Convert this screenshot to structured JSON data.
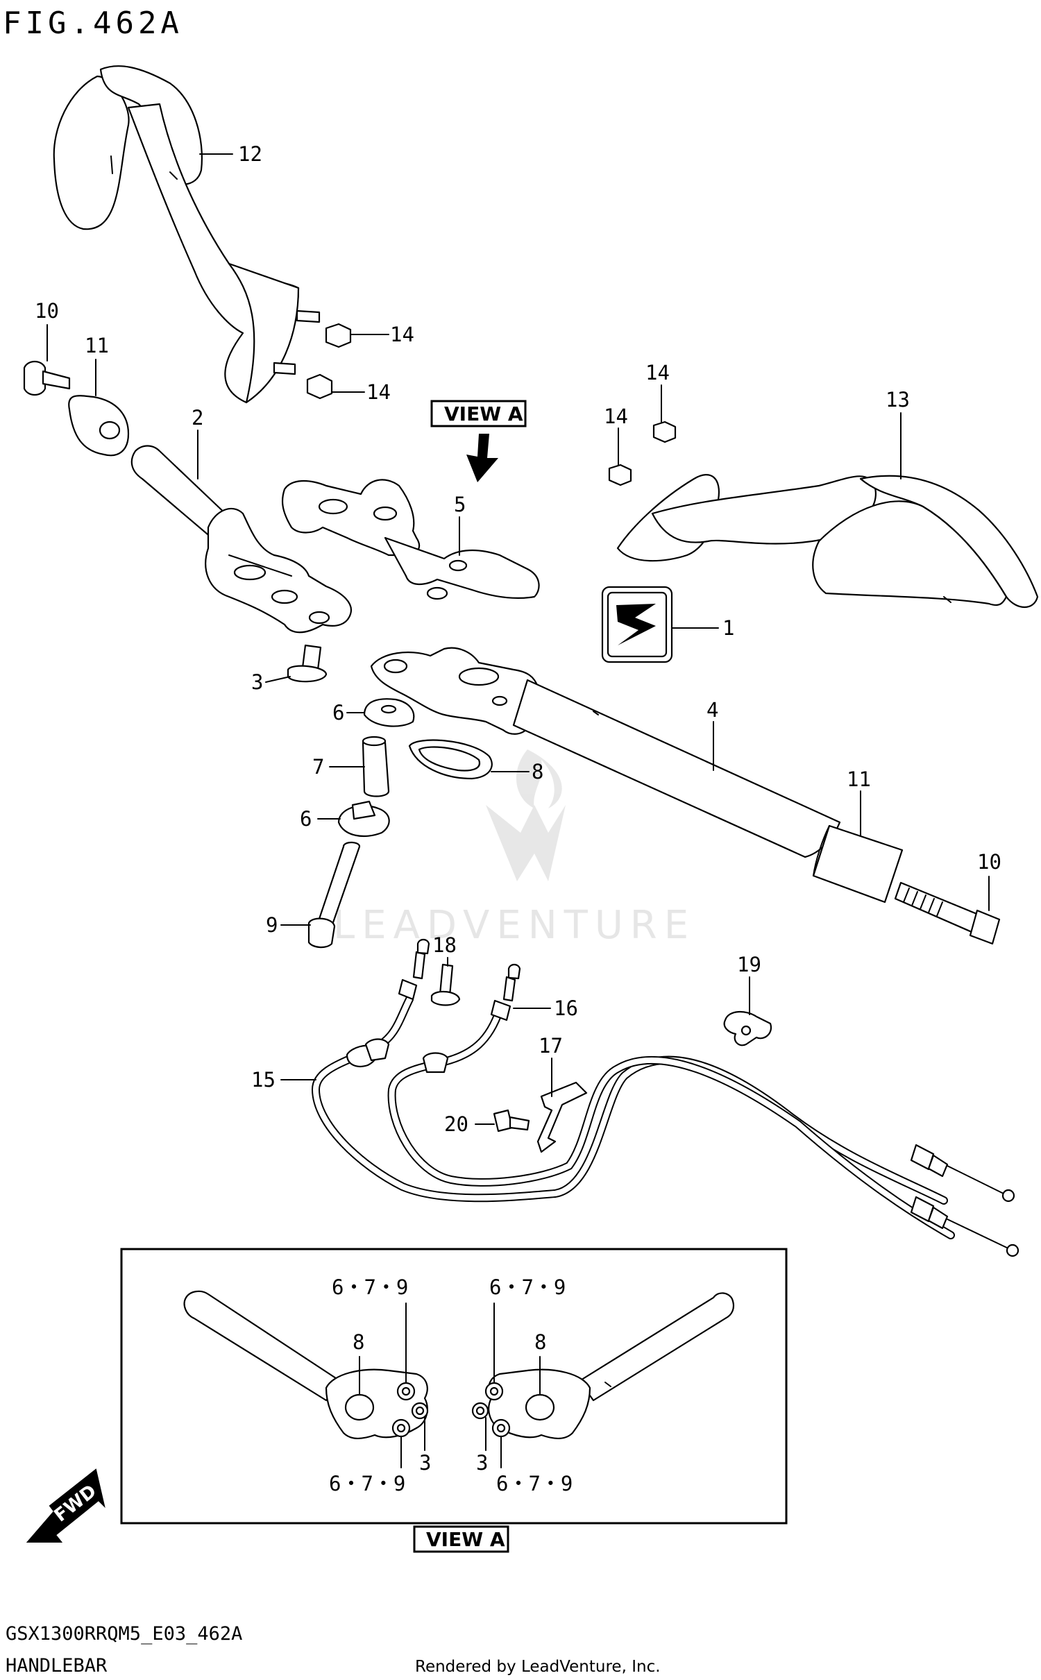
{
  "figure": {
    "title": "FIG.462A",
    "code": "GSX1300RRQM5_E03_462A",
    "section_name": "HANDLEBAR",
    "rendered_by": "Rendered by LeadVenture, Inc.",
    "watermark": "LEADVENTURE"
  },
  "view_label": "VIEW A",
  "fwd_label": "FWD",
  "callouts": {
    "c1": "1",
    "c2": "2",
    "c3": "3",
    "c4": "4",
    "c5": "5",
    "c6a": "6",
    "c6b": "6",
    "c7": "7",
    "c8": "8",
    "c9": "9",
    "c10a": "10",
    "c10b": "10",
    "c11a": "11",
    "c11b": "11",
    "c12": "12",
    "c13": "13",
    "c14a": "14",
    "c14b": "14",
    "c14c": "14",
    "c14d": "14",
    "c15": "15",
    "c16": "16",
    "c17": "17",
    "c18": "18",
    "c19": "19",
    "c20": "20"
  },
  "view_a_callouts": {
    "left_top": "6・7・9",
    "left_8": "8",
    "left_3": "3",
    "left_bottom": "6・7・9",
    "right_top": "6・7・9",
    "right_8": "8",
    "right_3": "3",
    "right_bottom": "6・7・9"
  }
}
